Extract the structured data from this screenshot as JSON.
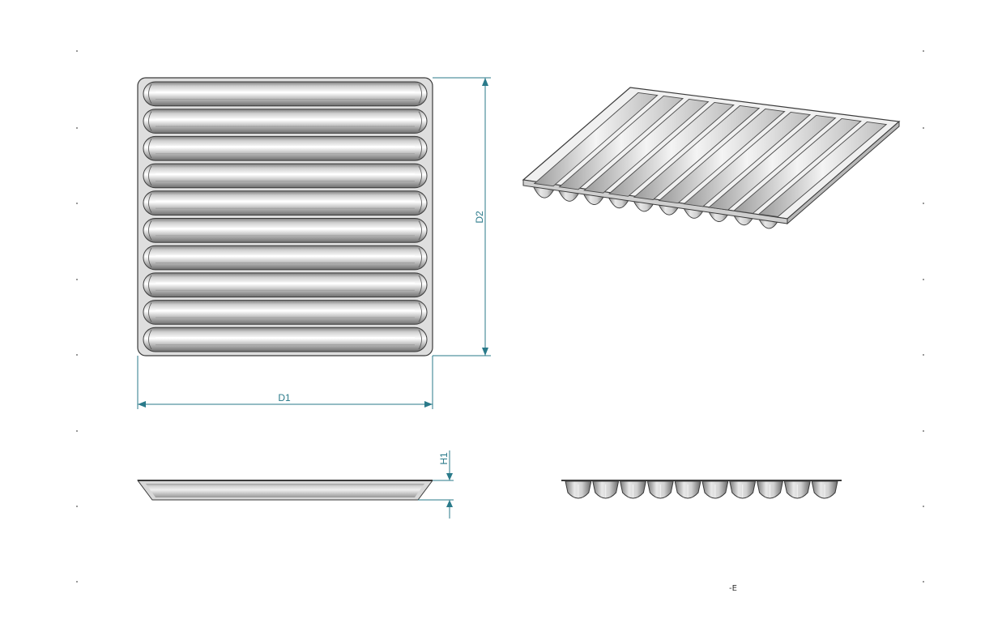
{
  "dimensions": {
    "d1_label": "D1",
    "d2_label": "D2",
    "h1_label": "H1"
  },
  "views": {
    "top_view_channel_count": 10,
    "side_view_cavity_count": 10,
    "iso_view_channel_count": 10
  },
  "annotation": {
    "small_mark": "-E"
  },
  "colors": {
    "dimension_line": "#2a7a8a",
    "outline": "#3a3a3a",
    "tray_fill": "#dcdcdc",
    "channel_dark": "#8c8c8c",
    "channel_light": "#f2f2f2"
  }
}
